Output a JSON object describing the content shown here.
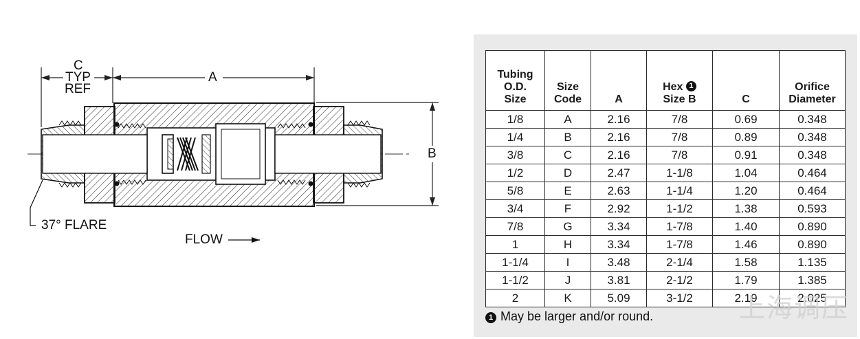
{
  "drawing": {
    "label_c": "C",
    "label_typ": "TYP",
    "label_ref": "REF",
    "label_a": "A",
    "label_b": "B",
    "label_flare": "37° FLARE",
    "label_flow": "FLOW"
  },
  "table": {
    "headers": {
      "tubing": [
        "Tubing",
        "O.D.",
        "Size"
      ],
      "size_code": [
        "Size",
        "Code"
      ],
      "a": "A",
      "hex": [
        "Hex",
        "Size B"
      ],
      "hex_note_marker": "1",
      "c": "C",
      "orifice": [
        "Orifice",
        "Diameter"
      ]
    },
    "rows": [
      [
        "1/8",
        "A",
        "2.16",
        "7/8",
        "0.69",
        "0.348"
      ],
      [
        "1/4",
        "B",
        "2.16",
        "7/8",
        "0.89",
        "0.348"
      ],
      [
        "3/8",
        "C",
        "2.16",
        "7/8",
        "0.91",
        "0.348"
      ],
      [
        "1/2",
        "D",
        "2.47",
        "1-1/8",
        "1.04",
        "0.464"
      ],
      [
        "5/8",
        "E",
        "2.63",
        "1-1/4",
        "1.20",
        "0.464"
      ],
      [
        "3/4",
        "F",
        "2.92",
        "1-1/2",
        "1.38",
        "0.593"
      ],
      [
        "7/8",
        "G",
        "3.34",
        "1-7/8",
        "1.40",
        "0.890"
      ],
      [
        "1",
        "H",
        "3.34",
        "1-7/8",
        "1.46",
        "0.890"
      ],
      [
        "1-1/4",
        "I",
        "3.48",
        "2-1/4",
        "1.58",
        "1.135"
      ],
      [
        "1-1/2",
        "J",
        "3.81",
        "2-1/2",
        "1.79",
        "1.385"
      ],
      [
        "2",
        "K",
        "5.09",
        "3-1/2",
        "2.19",
        "2.025"
      ]
    ]
  },
  "footnote": {
    "marker": "1",
    "text": "May be larger and/or round."
  },
  "watermark": "上海调压"
}
